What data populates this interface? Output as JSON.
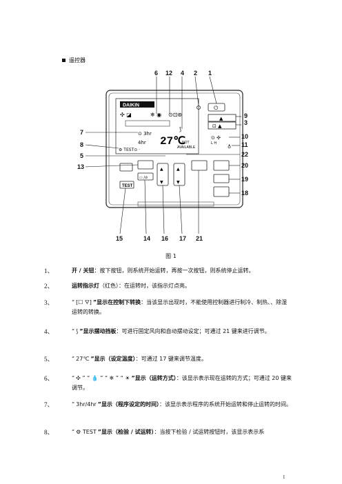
{
  "section_title": "遥控器",
  "figure_caption": "图 1",
  "page_number": "1",
  "figure": {
    "brand": "DAIKIN",
    "lcd_text_not_available": "NOT\nAVAILABLE",
    "lcd_temp": "27",
    "callouts": [
      "6",
      "12",
      "4",
      "2",
      "1",
      "7",
      "8",
      "5",
      "13",
      "9",
      "3",
      "10",
      "11",
      "22",
      "20",
      "19",
      "18",
      "15",
      "14",
      "16",
      "17",
      "21"
    ],
    "test_button": "TEST"
  },
  "items": [
    {
      "num": "1、",
      "title": "开 / 关钮",
      "text": "：按下按钮，则系统开始运转，再按一次按钮，则系统停止运转。"
    },
    {
      "num": "2、",
      "title": "运转指示灯",
      "text": "（红色）：在运转时，该指示灯点亮。"
    },
    {
      "num": "3、",
      "pre": "“",
      "icon": "[☐ ⛛]",
      "title": "”显示在控制下转换",
      "text": "：当该显示出现时，不能使用控制器进行制冷、制热、、除湿运转的转换。"
    },
    {
      "num": "4、",
      "pre": "“",
      "icon": "⟆",
      "title": "”显示摆动挡板",
      "text": "：可进行固定风向和自动摆动设定；可通过 21 键来进行调节。"
    },
    {
      "num": "5、",
      "pre": "“",
      "icon": "27℃",
      "title": "”显示（设定温度）",
      "text": "：可通过 17 键来调节温度。"
    },
    {
      "num": "6、",
      "pre": "“",
      "icon": "✣ ” “ 💧 ” “ ❄ ” “ ☀",
      "title": "”显示（运转方式）",
      "text": "：该显示表示现在运转的方式；可通过 20 键来调节。"
    },
    {
      "num": "7、",
      "pre": "“",
      "icon": "3hr/4hr",
      "title": "”显示（程序设定的时间）",
      "text": "：该显示表示程序的系统开始运转和停止运转的时间。"
    },
    {
      "num": "8、",
      "pre": "“",
      "icon": "⚙ TEST",
      "title": "”显示（检验 / 试运转）",
      "text": "：当按下检验 / 试运转按钮时，该显示表示系"
    }
  ]
}
